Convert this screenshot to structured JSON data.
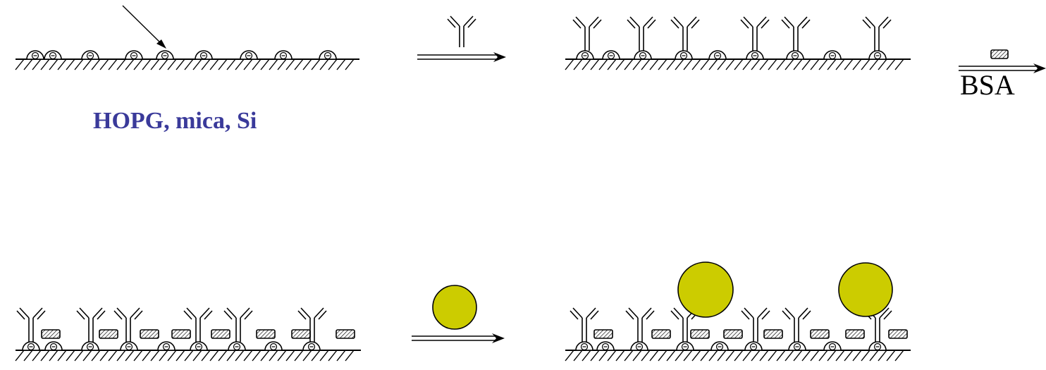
{
  "labels": {
    "substrate": "HOPG, mica, Si",
    "blocking_agent": "BSA"
  },
  "colors": {
    "substrate_label": "#3a3a9a",
    "gold_particle": "#cccc00",
    "line": "#000000"
  },
  "icons": {
    "charge": "minus-in-circle",
    "antibody": "y-shaped-antibody",
    "bsa": "hatched-rectangle",
    "particle": "filled-circle"
  }
}
